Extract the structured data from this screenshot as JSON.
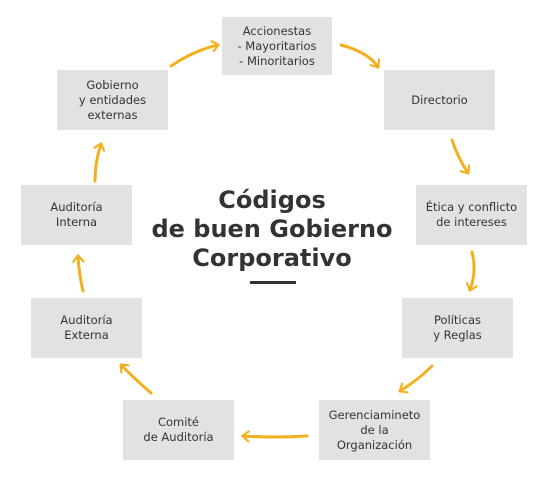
{
  "title": "Códigos\nde buen Gobierno\nCorporativo",
  "accent_color": "#f2b01e",
  "nodes": [
    {
      "label": "Accionestas\n- Mayoritarios\n- Minoritarios"
    },
    {
      "label": "Directorio"
    },
    {
      "label": "Ética y conflicto\nde intereses"
    },
    {
      "label": "Políticas\ny Reglas"
    },
    {
      "label": "Gerenciamineto\nde la\nOrganización"
    },
    {
      "label": "Comité\nde Auditoría"
    },
    {
      "label": "Auditoría\nExterna"
    },
    {
      "label": "Auditoría\nInterna"
    },
    {
      "label": "Gobierno\ny entidades\nexternas"
    }
  ]
}
